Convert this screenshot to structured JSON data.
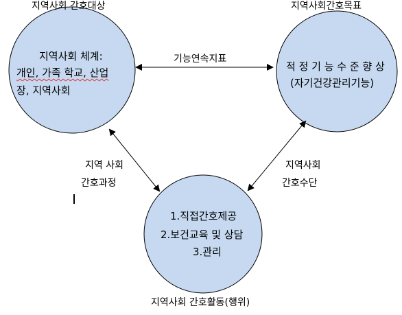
{
  "colors": {
    "circle_fill": "#c6d9f1",
    "circle_stroke": "#000000",
    "arrow": "#000000"
  },
  "nodes": {
    "target": {
      "caption": "지역사회 간호대상",
      "lines": [
        "지역사회 체계:",
        "개인, 가족 학교, 산업",
        "장, 지역사회"
      ]
    },
    "goal": {
      "caption": "지역사회간호목표",
      "lines": [
        "적 정 기 능 수 준 향 상",
        "(자기건강관리기능)"
      ]
    },
    "activity": {
      "caption": "지역사회 간호활동(행위)",
      "lines": [
        "1.직접간호제공",
        "2.보건교육 및 상담",
        "3.관리"
      ]
    }
  },
  "edges": {
    "target_goal": "기능연속지표",
    "target_activity": [
      "지역 사회",
      "간호과정"
    ],
    "goal_activity": [
      "지역사회",
      "간호수단"
    ]
  }
}
